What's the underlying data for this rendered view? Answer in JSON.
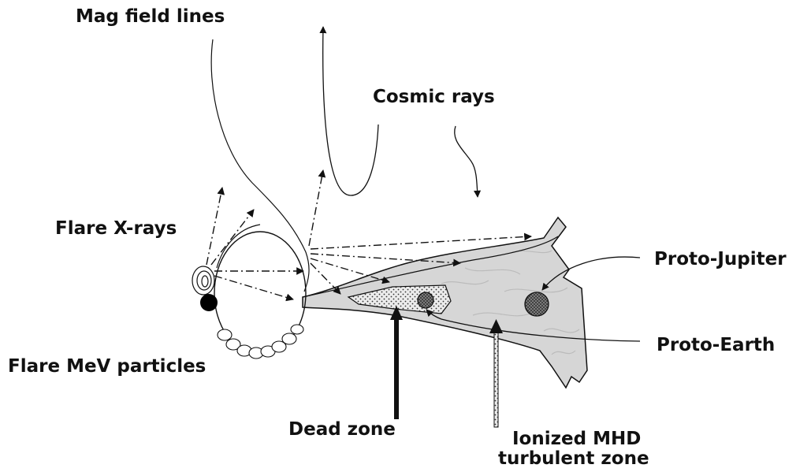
{
  "labels": {
    "mag_field_lines": "Mag field lines",
    "cosmic_rays": "Cosmic rays",
    "flare_xrays": "Flare X-rays",
    "flare_mev_particles": "Flare MeV particles",
    "proto_jupiter": "Proto-Jupiter",
    "proto_earth": "Proto-Earth",
    "dead_zone": "Dead zone",
    "ionized_mhd_line1": "Ionized MHD",
    "ionized_mhd_line2": "turbulent zone"
  },
  "colors": {
    "ink": "#111111",
    "disk_fill": "#d9d9d9",
    "disk_mottle": "#bcbcbc",
    "dead_zone_fill": "#e6e6e6",
    "planet_fill": "#6f6f6f",
    "star_fill": "#000000"
  }
}
